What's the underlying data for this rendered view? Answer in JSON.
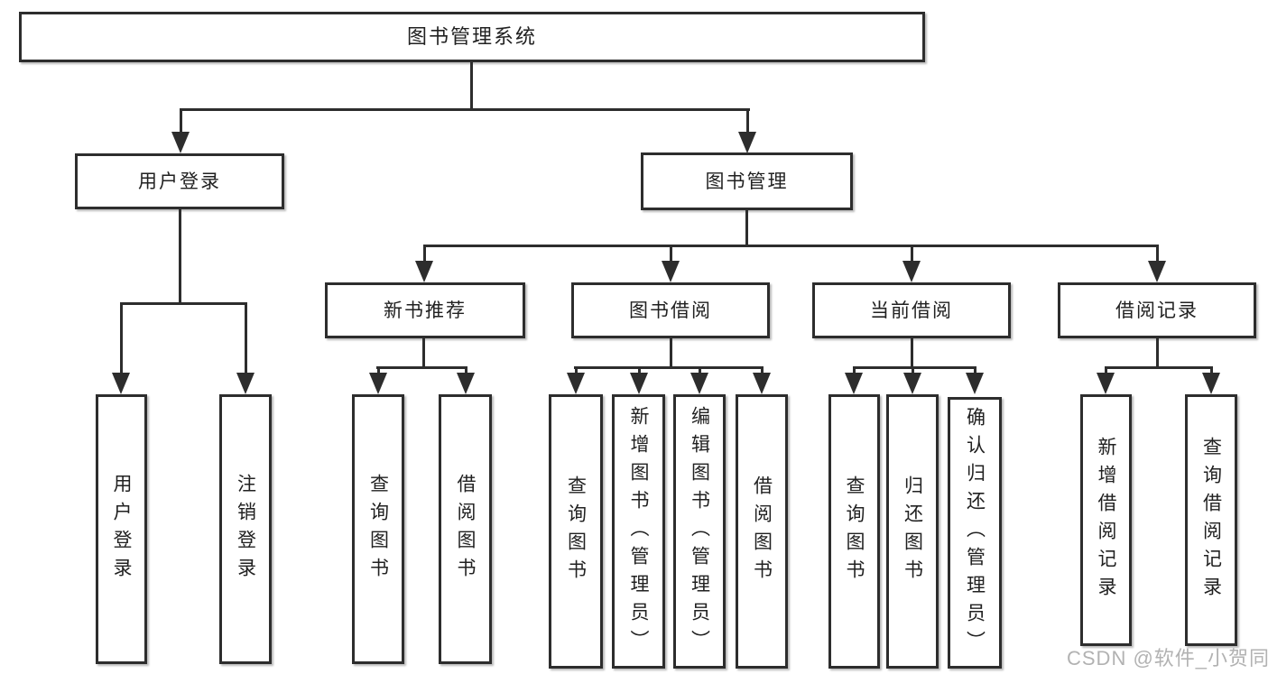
{
  "tree": {
    "root": "图书管理系统",
    "branches": [
      {
        "label": "用户登录",
        "children": [
          {
            "label": "用户登录"
          },
          {
            "label": "注销登录"
          }
        ]
      },
      {
        "label": "图书管理",
        "groups": [
          {
            "label": "新书推荐",
            "children": [
              {
                "label": "查询图书"
              },
              {
                "label": "借阅图书"
              }
            ]
          },
          {
            "label": "图书借阅",
            "children": [
              {
                "label": "查询图书"
              },
              {
                "label": "新增图书（管理员）"
              },
              {
                "label": "编辑图书（管理员）"
              },
              {
                "label": "借阅图书"
              }
            ]
          },
          {
            "label": "当前借阅",
            "children": [
              {
                "label": "查询图书"
              },
              {
                "label": "归还图书"
              },
              {
                "label": "确认归还（管理员）"
              }
            ]
          },
          {
            "label": "借阅记录",
            "children": [
              {
                "label": "新增借阅记录"
              },
              {
                "label": "查询借阅记录"
              }
            ]
          }
        ]
      }
    ]
  },
  "watermark": {
    "text": "CSDN @软件_小贺同学",
    "color": "#b2b2b2"
  },
  "colors": {
    "line": "#2d2d2d",
    "text": "#212121",
    "background": "#ffffff"
  }
}
